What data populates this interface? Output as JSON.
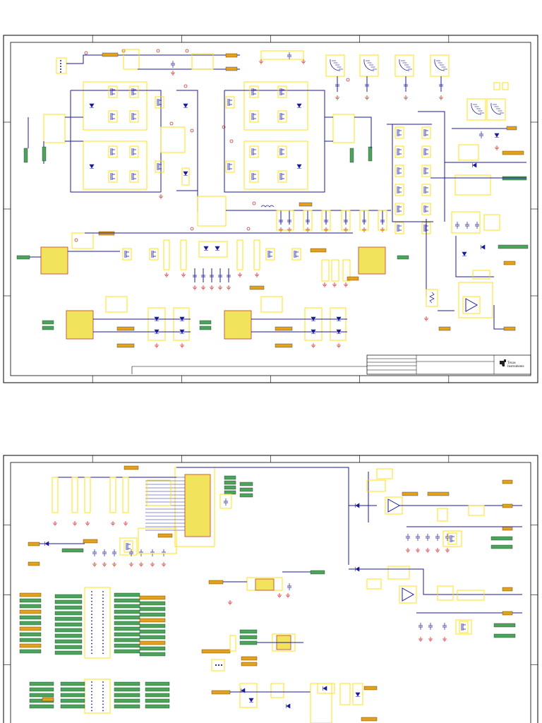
{
  "logo": {
    "line1": "Texas",
    "line2": "Instruments"
  },
  "colors": {
    "wire": "#1a1a9c",
    "component": "#ffdd00",
    "port_in": "#4ca35a",
    "port_out": "#e4a11b",
    "ic_body": "#f2e35c",
    "ic_edge": "#c0392b",
    "power_symbol": "#c0392b",
    "frame": "#000000",
    "background": "#ffffff"
  },
  "sheets": [
    {
      "id": "sheet-1",
      "has_title_block": true
    },
    {
      "id": "sheet-2",
      "has_title_block": false
    }
  ]
}
